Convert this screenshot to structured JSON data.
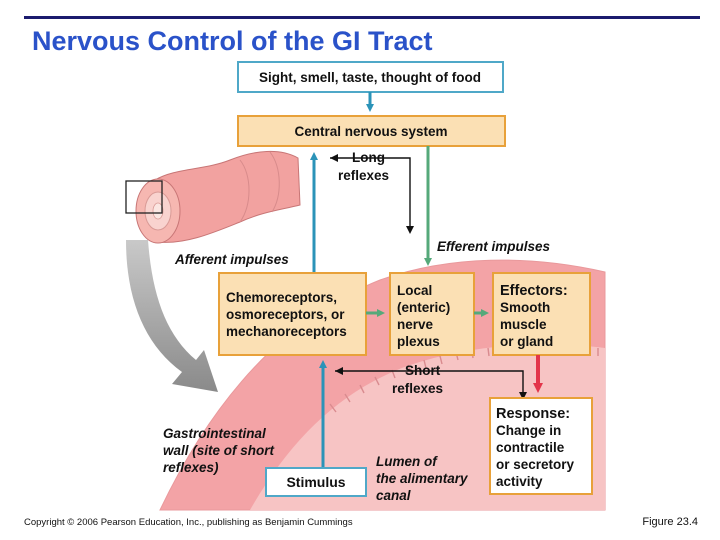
{
  "title": "Nervous Control of the GI Tract",
  "boxes": {
    "stimuli": "Sight, smell, taste, thought of food",
    "cns": "Central nervous system",
    "receptors": [
      "Chemoreceptors,",
      "osmoreceptors, or",
      "mechanoreceptors"
    ],
    "local": [
      "Local",
      "(enteric)",
      "nerve",
      "plexus"
    ],
    "effectors": [
      "Effectors:",
      "Smooth",
      "muscle",
      "or gland"
    ],
    "response": [
      "Response:",
      "Change in",
      "contractile",
      "or secretory",
      "activity"
    ],
    "stimulus": "Stimulus"
  },
  "labels": {
    "long_reflexes": [
      "Long",
      "reflexes"
    ],
    "short_reflexes": [
      "Short",
      "reflexes"
    ],
    "afferent": "Afferent impulses",
    "efferent": "Efferent impulses",
    "gi_wall": [
      "Gastrointestinal",
      "wall (site of short",
      "reflexes)"
    ],
    "lumen": [
      "Lumen of",
      "the alimentary",
      "canal"
    ]
  },
  "footer": {
    "copyright": "Copyright © 2006 Pearson Education, Inc., publishing as Benjamin Cummings",
    "figure": "Figure 23.4"
  },
  "colors": {
    "title": "#2a52c9",
    "box_fill": "#fbe0b4",
    "box_border": "#e8a13a",
    "stimuli_border": "#4fa8c8",
    "tissue": "#f3a3a6",
    "blue_arrow": "#2b93b8",
    "green_arrow": "#55a97a",
    "red_arrow": "#e3354a"
  }
}
